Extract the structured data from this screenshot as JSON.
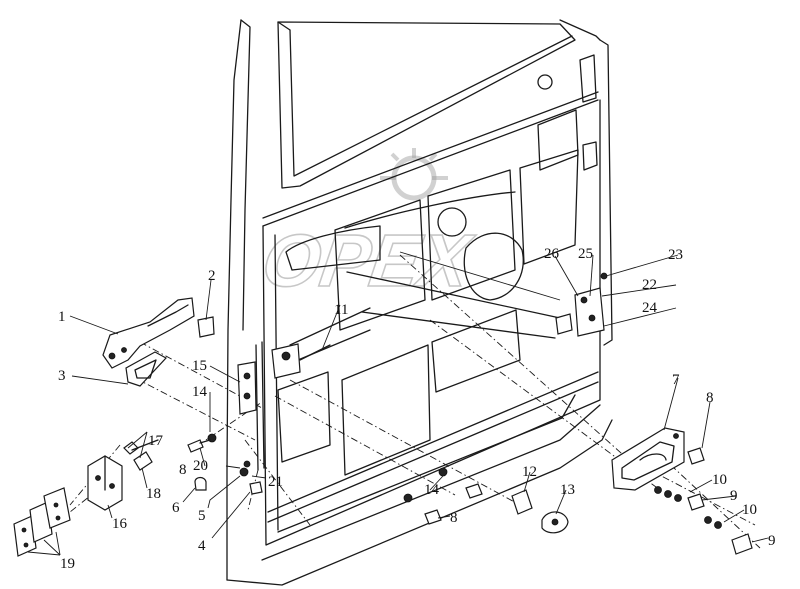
{
  "watermark": {
    "text": "OPEX",
    "color": "#9a9a9a"
  },
  "callouts": [
    {
      "id": "c1",
      "text": "1"
    },
    {
      "id": "c2",
      "text": "2"
    },
    {
      "id": "c3",
      "text": "3"
    },
    {
      "id": "c4",
      "text": "4"
    },
    {
      "id": "c5",
      "text": "5"
    },
    {
      "id": "c6",
      "text": "6"
    },
    {
      "id": "c7",
      "text": "7"
    },
    {
      "id": "c8a",
      "text": "8"
    },
    {
      "id": "c8b",
      "text": "8"
    },
    {
      "id": "c8c",
      "text": "8"
    },
    {
      "id": "c9a",
      "text": "9"
    },
    {
      "id": "c9b",
      "text": "9"
    },
    {
      "id": "c10a",
      "text": "10"
    },
    {
      "id": "c10b",
      "text": "10"
    },
    {
      "id": "c11",
      "text": "11"
    },
    {
      "id": "c12",
      "text": "12"
    },
    {
      "id": "c13",
      "text": "13"
    },
    {
      "id": "c14a",
      "text": "14"
    },
    {
      "id": "c14b",
      "text": "14"
    },
    {
      "id": "c15",
      "text": "15"
    },
    {
      "id": "c16",
      "text": "16"
    },
    {
      "id": "c17",
      "text": "17"
    },
    {
      "id": "c18",
      "text": "18"
    },
    {
      "id": "c19",
      "text": "19"
    },
    {
      "id": "c20",
      "text": "20"
    },
    {
      "id": "c21",
      "text": "21"
    },
    {
      "id": "c22",
      "text": "22"
    },
    {
      "id": "c23",
      "text": "23"
    },
    {
      "id": "c24",
      "text": "24"
    },
    {
      "id": "c25",
      "text": "25"
    },
    {
      "id": "c26",
      "text": "26"
    }
  ]
}
